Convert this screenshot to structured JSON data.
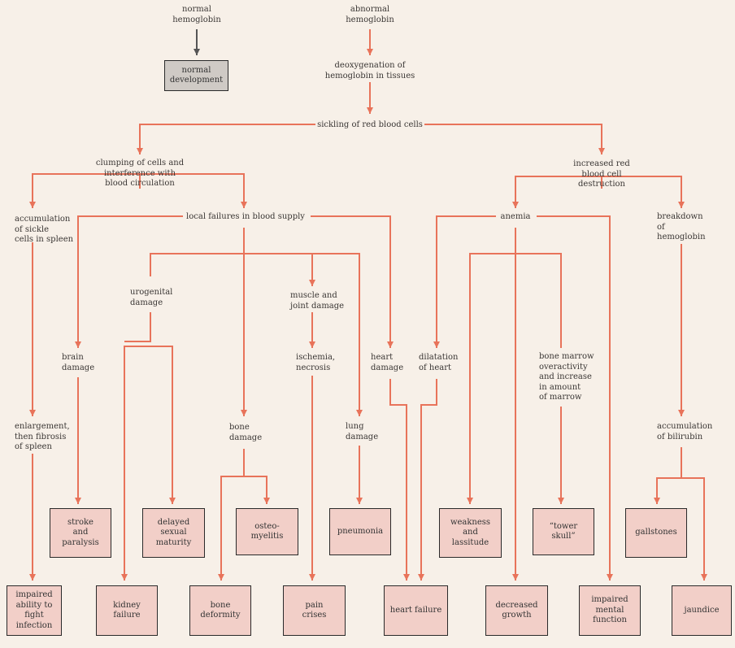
{
  "colors": {
    "arrow": "#e8735a",
    "gray_arrow": "#555555",
    "box_fill": "#f2cfc8",
    "gray_box_fill": "#cfcac5"
  },
  "nodes": {
    "normal_hemoglobin": "normal\nhemoglobin",
    "abnormal_hemoglobin": "abnormal\nhemoglobin",
    "normal_development": "normal\ndevelopment",
    "deoxygenation": "deoxygenation of\nhemoglobin in tissues",
    "sickling": "sickling of red blood cells",
    "clumping": "clumping of cells and\ninterference with\nblood circulation",
    "increased_destruction": "increased red\nblood cell\ndestruction",
    "accumulation_spleen": "accumulation\nof sickle\ncells in spleen",
    "local_failures": "local failures in blood supply",
    "anemia": "anemia",
    "breakdown_hemoglobin": "breakdown\nof\nhemoglobin",
    "urogenital_damage": "urogenital\ndamage",
    "muscle_joint_damage": "muscle and\njoint damage",
    "brain_damage": "brain\ndamage",
    "ischemia": "ischemia,\nnecrosis",
    "heart_damage": "heart\ndamage",
    "dilatation": "dilatation\nof heart",
    "bone_marrow": "bone marrow\noveractivity\nand increase\nin amount\nof marrow",
    "enlargement_spleen": "enlargement,\nthen fibrosis\nof spleen",
    "bone_damage": "bone\ndamage",
    "lung_damage": "lung\ndamage",
    "accumulation_bilirubin": "accumulation\nof bilirubin"
  },
  "outcomes_upper": [
    "stroke\nand\nparalysis",
    "delayed\nsexual\nmaturity",
    "osteo-\nmyelitis",
    "pneumonia",
    "weakness\nand\nlassitude",
    "“tower\nskull”",
    "gallstones"
  ],
  "outcomes_lower": [
    "impaired\nability to\nfight\ninfection",
    "kidney\nfailure",
    "bone\ndeformity",
    "pain\ncrises",
    "heart failure",
    "decreased\ngrowth",
    "impaired\nmental\nfunction",
    "jaundice"
  ]
}
